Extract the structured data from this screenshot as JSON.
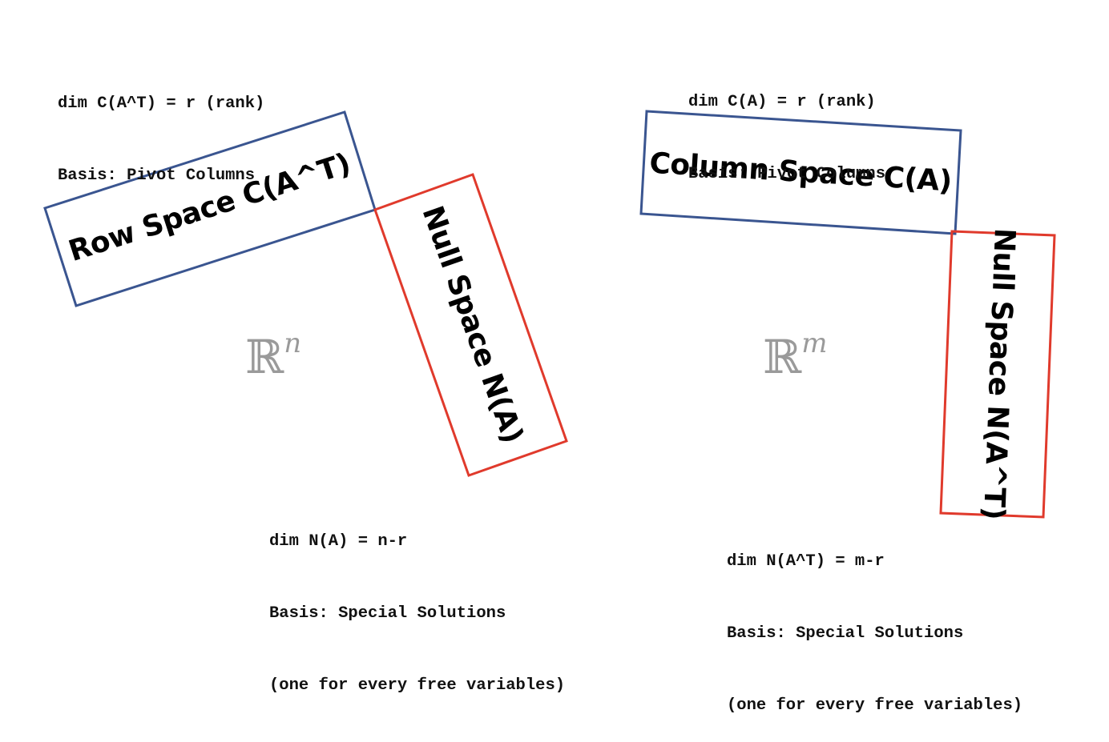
{
  "left_space": {
    "symbol_base": "ℝ",
    "symbol_exponent": "n",
    "row_space": {
      "label": "Row Space C(A^T)",
      "notes": [
        "dim C(A^T) = r (rank)",
        "Basis: Pivot Columns"
      ]
    },
    "null_space": {
      "label": "Null Space N(A)",
      "notes": [
        "dim N(A) = n-r",
        "Basis: Special Solutions",
        "(one for every free variables)"
      ]
    }
  },
  "right_space": {
    "symbol_base": "ℝ",
    "symbol_exponent": "m",
    "column_space": {
      "label": "Column Space C(A)",
      "notes": [
        "dim C(A) = r (rank)",
        "Basis: Pivot Columns"
      ]
    },
    "left_null_space": {
      "label": "Null Space N(A^T)",
      "notes": [
        "dim N(A^T) = m-r",
        "Basis: Special Solutions",
        "(one for every free variables)"
      ]
    }
  },
  "colors": {
    "row_column_border": "#3a5590",
    "null_border": "#e03a2c"
  }
}
